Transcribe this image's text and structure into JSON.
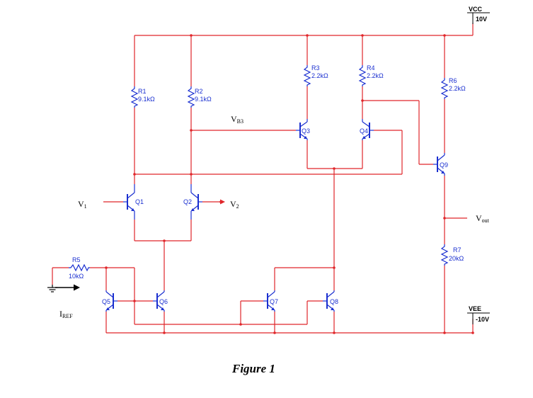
{
  "labels": {
    "vcc_name": "VCC",
    "vcc_value": "10V",
    "vee_name": "VEE",
    "vee_value": "-10V",
    "r1_name": "R1",
    "r1_value": "9.1kΩ",
    "r2_name": "R2",
    "r2_value": "9.1kΩ",
    "r3_name": "R3",
    "r3_value": "2.2kΩ",
    "r4_name": "R4",
    "r4_value": "2.2kΩ",
    "r5_name": "R5",
    "r5_value": "10kΩ",
    "r6_name": "R6",
    "r6_value": "2.2kΩ",
    "r7_name": "R7",
    "r7_value": "20kΩ",
    "q1": "Q1",
    "q2": "Q2",
    "q3": "Q3",
    "q4": "Q4",
    "q5": "Q5",
    "q6": "Q6",
    "q7": "Q7",
    "q8": "Q8",
    "q9": "Q9",
    "v1_main": "V",
    "v1_sub": "1",
    "v2_main": "V",
    "v2_sub": "2",
    "vb3_main": "V",
    "vb3_sub": "B3",
    "vout_main": "V",
    "vout_sub": "out",
    "iref_main": "I",
    "iref_sub": "REF"
  },
  "caption": "Figure 1",
  "colors": {
    "wire": "#e0262a",
    "component": "#1a2fd0",
    "text": "#000000"
  }
}
